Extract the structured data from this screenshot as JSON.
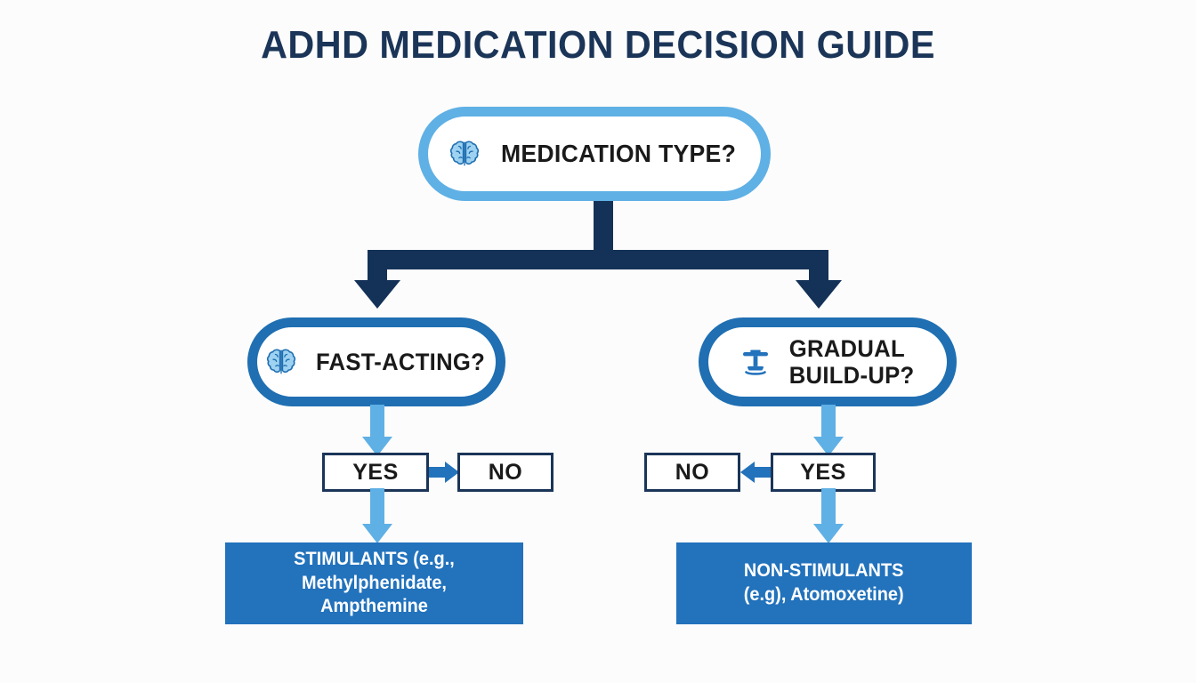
{
  "page": {
    "title": "ADHD MEDICATION DECISION GUIDE",
    "background_color": "#fcfcfc",
    "title_color": "#1b3558"
  },
  "colors": {
    "navy": "#143258",
    "title_navy": "#1b3558",
    "light_blue": "#5fb0e5",
    "mid_blue": "#2272bc",
    "node_border_blue": "#1f6fb2",
    "box_text": "#1a1a1a",
    "result_text": "#ffffff"
  },
  "flowchart": {
    "type": "decision-tree",
    "root": {
      "label": "MEDICATION TYPE?",
      "icon": "brain-icon",
      "border_color": "#5fb0e5"
    },
    "branches": [
      {
        "id": "left",
        "label": "FAST-ACTING?",
        "icon": "brain-icon",
        "border_color": "#1f6fb2",
        "options": [
          {
            "label": "YES",
            "selected": true
          },
          {
            "label": "NO",
            "selected": false
          }
        ],
        "result": "STIMULANTS (e.g.,\nMethylphenidate, Ampthemine"
      },
      {
        "id": "right",
        "label": "GRADUAL\nBUILD-UP?",
        "icon": "hourglass-pedestal-icon",
        "border_color": "#1f6fb2",
        "options": [
          {
            "label": "NO",
            "selected": false
          },
          {
            "label": "YES",
            "selected": true
          }
        ],
        "result": "NON-STIMULANTS\n(e.g), Atomoxetine)"
      }
    ]
  }
}
